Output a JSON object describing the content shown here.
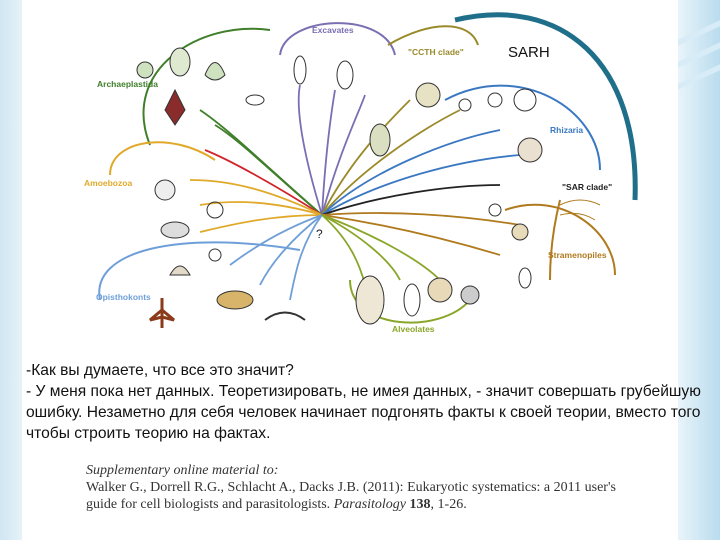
{
  "sarh_label": "SARH",
  "question_mark": "?",
  "groups": {
    "excavates": "Excavates",
    "ccth": "\"CCTH clade\"",
    "archaeplastida": "Archaeplastida",
    "rhizaria": "Rhizaria",
    "amoebozoa": "Amoebozoa",
    "sar": "\"SAR clade\"",
    "stramenopiles": "Stramenopiles",
    "opisthokonts": "Opisthokonts",
    "alveolates": "Alveolates"
  },
  "colors": {
    "excavates": "#7b6fb3",
    "ccth": "#9a8a2a",
    "archaeplastida": "#3f7f2a",
    "rhizaria": "#3b78c2",
    "amoebozoa": "#e0a92a",
    "sar": "#222222",
    "stramenopiles": "#b07a1e",
    "opisthokonts": "#6f9fd8",
    "alveolates": "#8aa62a",
    "sarh_arc": "#1f6f8b",
    "red_branch": "#d2232a"
  },
  "quote_text": "-Как вы думаете, что все это значит?\n- У меня пока нет данных. Теоретизировать, не имея данных, - значит совершать грубейшую ошибку. Незаметно для себя человек начинает подгонять факты к своей теории, вместо того чтобы строить теорию на фактах.",
  "reference": {
    "heading": "Supplementary online material to:",
    "authors_title": "Walker G., Dorrell R.G., Schlacht A., Dacks J.B. (2011): Eukaryotic systematics: a 2011 user's guide for cell biologists and parasitologists.",
    "journal": "Parasitology",
    "volume": "138",
    "pages": ", 1-26."
  }
}
